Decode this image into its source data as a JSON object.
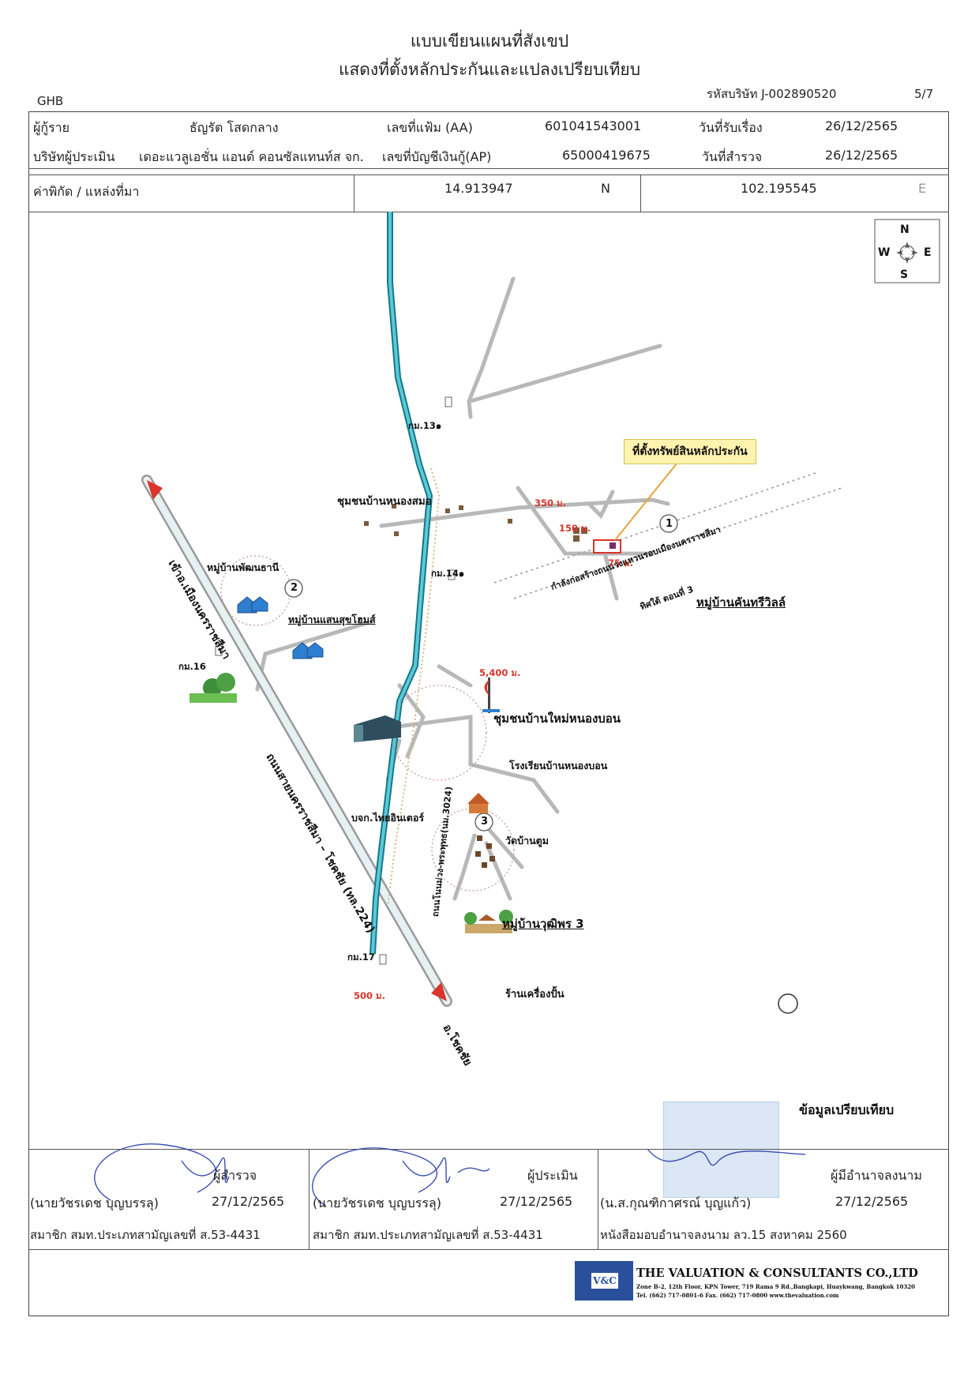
{
  "header": {
    "title_line1": "แบบเขียนแผนที่สังเขป",
    "title_line2": "แสดงที่ตั้งหลักประกันและแปลงเปรียบเทียบ",
    "bank": "GHB",
    "company_code": "รหัสบริษัท J-002890520",
    "page": "5/7"
  },
  "info": {
    "borrower_label": "ผู้กู้ราย",
    "borrower_value": "ธัญรัต  โสดกลาง",
    "file_no_label": "เลขที่แฟ้ม (AA)",
    "file_no_value": "601041543001",
    "received_label": "วันที่รับเรื่อง",
    "received_value": "26/12/2565",
    "appraiser_label": "บริษัทผู้ประเมิน",
    "appraiser_value": "เดอะแวลูเอชั่น แอนด์ คอนซัลแทนท์ส จก.",
    "loan_account_label": "เลขที่บัญชีเงินกู้(AP)",
    "loan_account_value": "65000419675",
    "survey_label": "วันที่สำรวจ",
    "survey_value": "26/12/2565",
    "coord_label": "ค่าพิกัด / แหล่งที่มา",
    "lat": "14.913947",
    "lat_dir": "N",
    "lon": "102.195545",
    "lon_dir": "E"
  },
  "compass": {
    "n": "N",
    "s": "S",
    "e": "E",
    "w": "W"
  },
  "map": {
    "km13": "กม.13๑",
    "km14": "กม.14๑",
    "km16": "กม.16",
    "km17": "กม.17",
    "dist_350": "350 ม.",
    "dist_150": "150 ม.",
    "dist_75": "75 ม.",
    "dist_5400": "5,400 ม.",
    "dist_500": "500 ม.",
    "collateral_callout": "ที่ตั้งทรัพย์สินหลักประกัน",
    "community_nongsamo": "ชุมชนบ้านหนองสมอ",
    "village_pattana": "หมู่บ้านพัฒนธานี",
    "village_saensuk": "หมู่บ้านแสนสุขโฮมส์",
    "village_kantree": "หมู่บ้านคันทรีวิลล์",
    "ring_road_note": "กำลังก่อสร้างถนนวงแหวนรอบเมืองนครราชสีมา",
    "ring_road_note2": "ทิศใต้ ตอนที่ 3",
    "community_nongbon": "ชุมชนบ้านใหม่หนองบอน",
    "school_nongbon": "โรงเรียนบ้านหนองบอน",
    "factory": "บจก.ไทยอินเตอร์",
    "temple": "วัดบ้านตูม",
    "village_wuttiphon": "หมู่บ้านวุฒิพร 3",
    "pottery_shop": "ร้านเครื่องปั้น",
    "main_road": "ถนนสายนครราชสีมา – โชคชัย (ทล.224)",
    "to_city": "เข้าอ.เมืองนครราชสีมา",
    "to_chokchai": "อ.โชคชัย",
    "local_road": "ถนนโนนม่วง-พระพุทธ(นม.3024)",
    "marker1": "1",
    "marker2": "2",
    "marker3": "3",
    "comparable_legend": "ข้อมูลเปรียบเทียบ"
  },
  "signatures": {
    "surveyor_role": "ผู้สำรวจ",
    "surveyor_name": "(นายวัชรเดช  บุญบรรลุ)",
    "surveyor_date": "27/12/2565",
    "surveyor_member": "สมาชิก สมท.ประเภทสามัญเลขที่ ส.53-4431",
    "appraiser_role": "ผู้ประเมิน",
    "appraiser_name": "(นายวัชรเดช  บุญบรรลุ)",
    "appraiser_date": "27/12/2565",
    "appraiser_member": "สมาชิก สมท.ประเภทสามัญเลขที่ ส.53-4431",
    "signer_role": "ผู้มีอำนาจลงนาม",
    "signer_name": "(น.ส.กุณฑิกาศรณ์  บุญแก้ว)",
    "signer_date": "27/12/2565",
    "signer_note": "หนังสือมอบอำนาจลงนาม ลว.15 สงหาคม 2560"
  },
  "company": {
    "logo": "V&C",
    "name": "THE VALUATION & CONSULTANTS CO.,LTD",
    "address": "Zone B-2, 12th Floor, KPN Tower, 719 Rama 9 Rd.,Bangkapi, Huaykwang, Bangkok 10320",
    "contact": "Tel. (662) 717-0801-6 Fax. (662) 717-0800 www.thevaluation.com"
  },
  "colors": {
    "river": "#1f9bb0",
    "red_marker": "#d9352b",
    "callout_bg": "#fff3b0",
    "road_gray": "#b8b8b8",
    "logo_blue": "#2a4f9b"
  }
}
